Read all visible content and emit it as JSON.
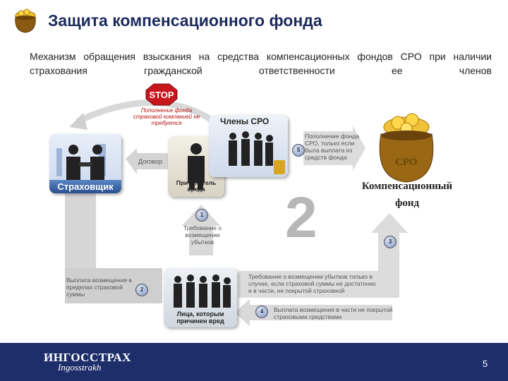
{
  "header": {
    "title": "Защита компенсационного фонда",
    "subtitle": "Механизм обращения взыскания на средства компенсационных фондов СРО при наличии страхования гражданской ответственности ее членов"
  },
  "diagram": {
    "stop_sign": "STOP",
    "stop_note": "Пополнение фонда страховой компанией не требуется",
    "insurer_label": "Страховщик",
    "contract_label": "Договор",
    "harm_causer_label": "Причинитель вреда",
    "members_label": "Члены СРО",
    "fund_refill_note": "Пополнение фонда СРО, только если была выплата из средств фонда",
    "pot_label": "СРО",
    "fund_caption": "Компенсационный фонд",
    "step1_note": "Требование о возмещении убытков",
    "payout_note": "Выплата возмещения в пределах страховой суммы",
    "victims_label": "Лица, которым причинен вред",
    "claim_note": "Требование о возмещении убытков только в случае, если страховой суммы не достаточно и в части, не покрытой страховкой",
    "payout_fund_note": "Выплата возмещения в части не покрытой страховыми средствами",
    "big_number": "2",
    "step_numbers": [
      "1",
      "2",
      "3",
      "4",
      "5"
    ]
  },
  "footer": {
    "brand": "ИНГОССТРАХ",
    "brand_script": "Ingosstrakh",
    "page_number": "5"
  },
  "colors": {
    "title": "#1b2a5c",
    "footer_bg": "#1d2e6b",
    "stop_red": "#c8161d",
    "arrow_grey": "#d9d9d9"
  }
}
